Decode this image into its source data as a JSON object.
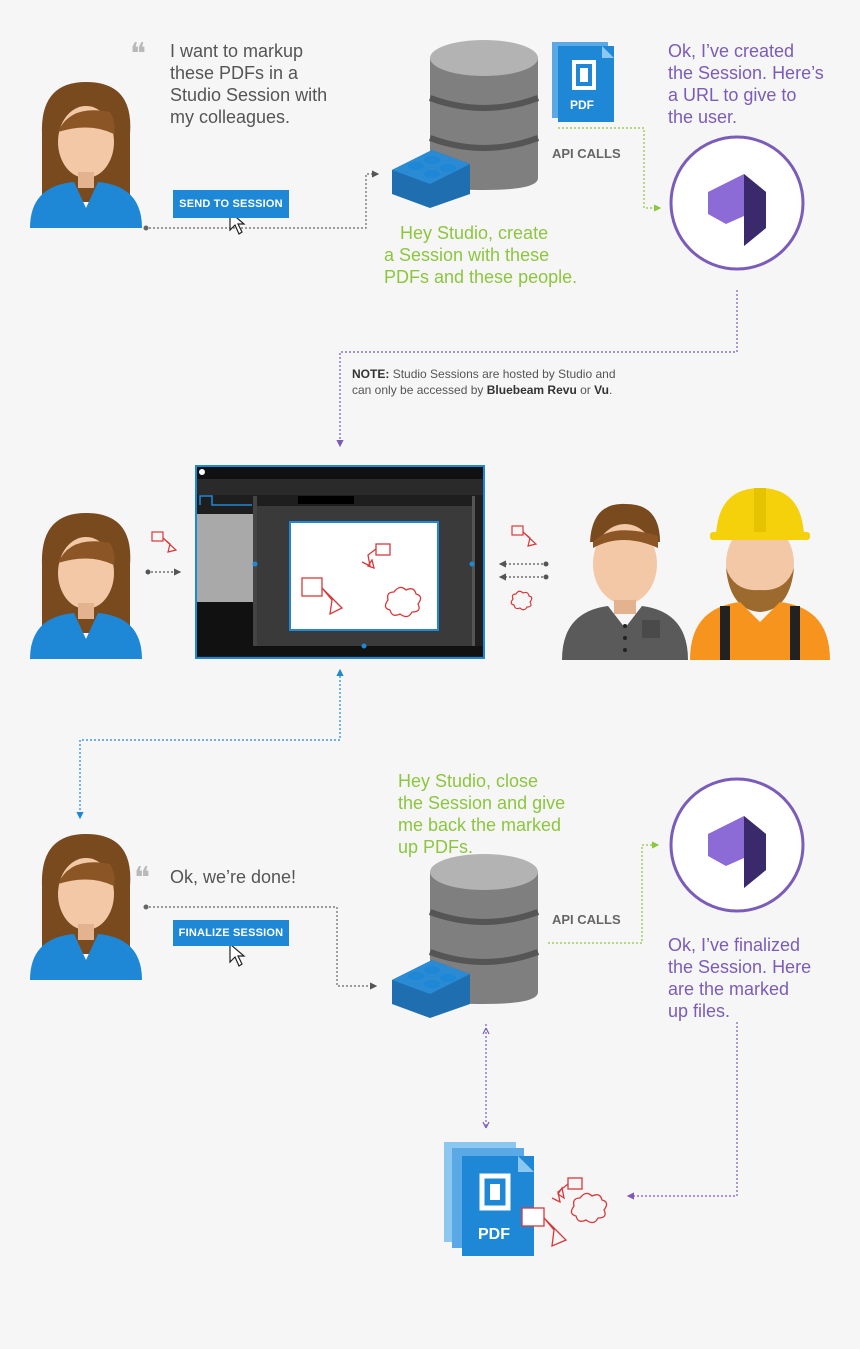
{
  "step1": {
    "user_quote": [
      "I want to markup",
      "these PDFs in a",
      "Studio Session with",
      "my colleagues."
    ],
    "button": "SEND TO SESSION",
    "app_request": [
      "Hey Studio, create",
      "a Session with these",
      "PDFs and these people."
    ],
    "api_calls": "API CALLS",
    "studio_reply": [
      "Ok, I’ve created",
      "the Session. Here’s",
      "a URL to give to",
      "the user."
    ],
    "pdf_badge": "PDF"
  },
  "note": {
    "label": "NOTE:",
    "line1": "Studio Sessions are hosted by Studio and",
    "line2_pre": "can only be accessed by ",
    "line2_b1": "Bluebeam Revu",
    "line2_mid": " or ",
    "line2_b2": "Vu",
    "line2_end": "."
  },
  "step3": {
    "user_quote": "Ok, we’re done!",
    "button": "FINALIZE SESSION",
    "app_request": [
      "Hey Studio, close",
      "the Session and give",
      "me back the marked",
      "up PDFs."
    ],
    "api_calls": "API CALLS",
    "studio_reply": [
      "Ok, I’ve finalized",
      "the Session. Here",
      "are the marked",
      "up files."
    ],
    "pdf_badge": "PDF"
  },
  "colors": {
    "user_arrow": "#666666",
    "green": "#8cc63f",
    "purple": "#7b5cb8",
    "blue": "#1e88d6",
    "markup_red": "#d9383a"
  }
}
